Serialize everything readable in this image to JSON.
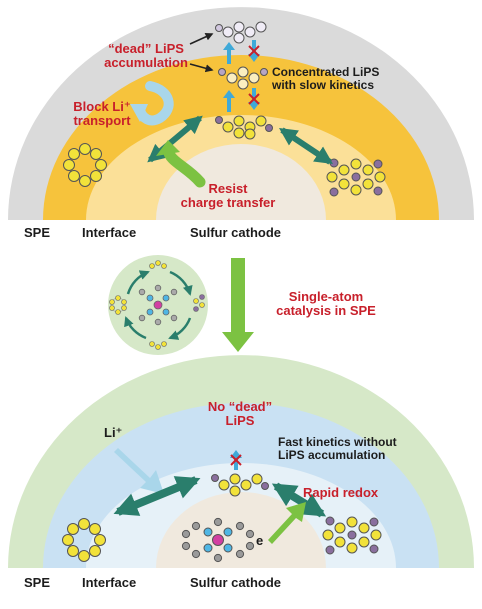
{
  "top": {
    "dead_lips_line1": "“dead” LiPS",
    "dead_lips_line2": "accumulation",
    "block_li_line1": "Block Li⁺",
    "block_li_line2": "transport",
    "concentrated_line1": "Concentrated LiPS",
    "concentrated_line2": "with slow kinetics",
    "resist_line1": "Resist",
    "resist_line2": "charge transfer",
    "label_spe": "SPE",
    "label_interface": "Interface",
    "label_cathode": "Sulfur cathode"
  },
  "middle": {
    "catalysis_line1": "Single-atom",
    "catalysis_line2": "catalysis in SPE"
  },
  "bottom": {
    "no_dead_line1": "No “dead”",
    "no_dead_line2": "LiPS",
    "li_ion": "Li⁺",
    "fast_line1": "Fast kinetics without",
    "fast_line2": "LiPS accumulation",
    "rapid_redox": "Rapid redox",
    "electron": "e",
    "label_spe": "SPE",
    "label_interface": "Interface",
    "label_cathode": "Sulfur cathode"
  },
  "colors": {
    "spe_top": "#dadada",
    "interface_top": "#f6c33c",
    "cathode_core": "#f0e9de",
    "spe_bottom": "#d6e8c8",
    "interface_bottom": "#c9e1f3",
    "teal_arrow": "#2a7e6c",
    "green_arrow": "#7cc242",
    "cyan_arrow": "#3fa9d8",
    "label_red": "#c8202b",
    "sulfur_yellow": "#f2e23a"
  }
}
